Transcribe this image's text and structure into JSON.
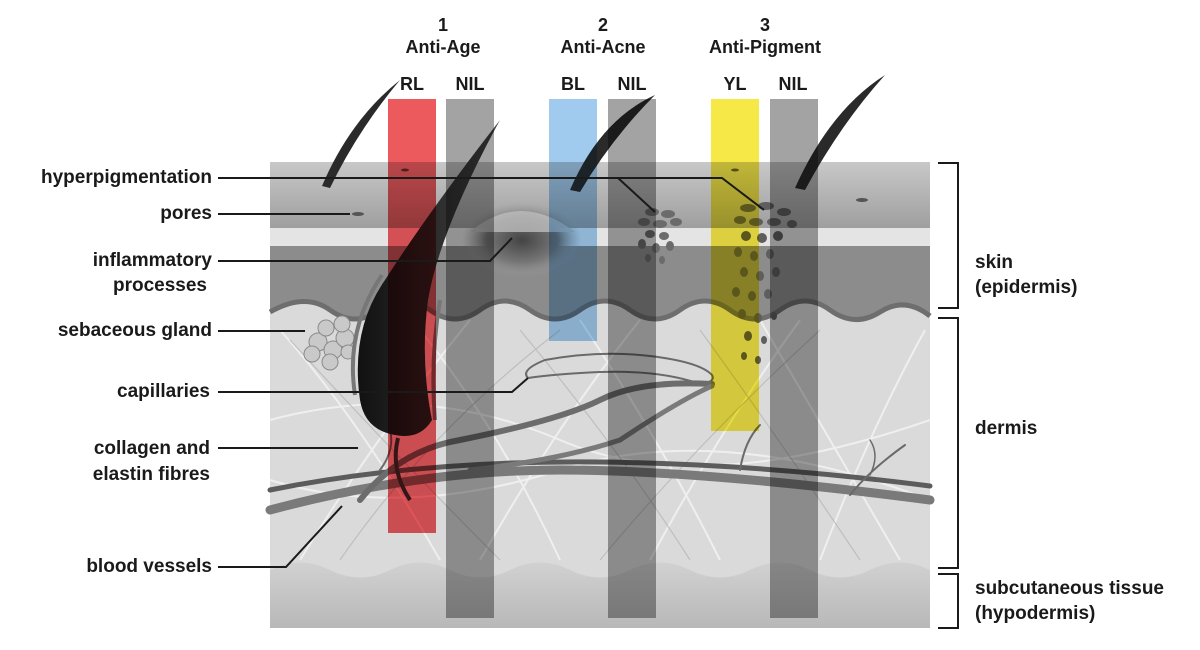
{
  "treatments": [
    {
      "number": "1",
      "name": "Anti-Age",
      "light": "RL",
      "nil": "NIL",
      "color": "#e8353a"
    },
    {
      "number": "2",
      "name": "Anti-Acne",
      "light": "BL",
      "nil": "NIL",
      "color": "#8cc0ea"
    },
    {
      "number": "3",
      "name": "Anti-Pigment",
      "light": "YL",
      "nil": "NIL",
      "color": "#f4e51e"
    }
  ],
  "left_labels": {
    "hyperpigmentation": "hyperpigmentation",
    "pores": "pores",
    "inflammatory_1": "inflammatory",
    "inflammatory_2": "processes",
    "sebaceous_gland": "sebaceous gland",
    "capillaries": "capillaries",
    "collagen_1": "collagen and",
    "collagen_2": "elastin fibres",
    "blood_vessels": "blood vessels"
  },
  "right_labels": {
    "skin_1": "skin",
    "skin_2": "(epidermis)",
    "dermis": "dermis",
    "subcutaneous_1": "subcutaneous tissue",
    "subcutaneous_2": "(hypodermis)"
  },
  "colors": {
    "nil_band": "#8f8f8f",
    "epidermis": "#9a9a9a",
    "dermis": "#d6d6d6",
    "hypodermis": "#c4c4c4",
    "hair": "#2a2a2a"
  }
}
